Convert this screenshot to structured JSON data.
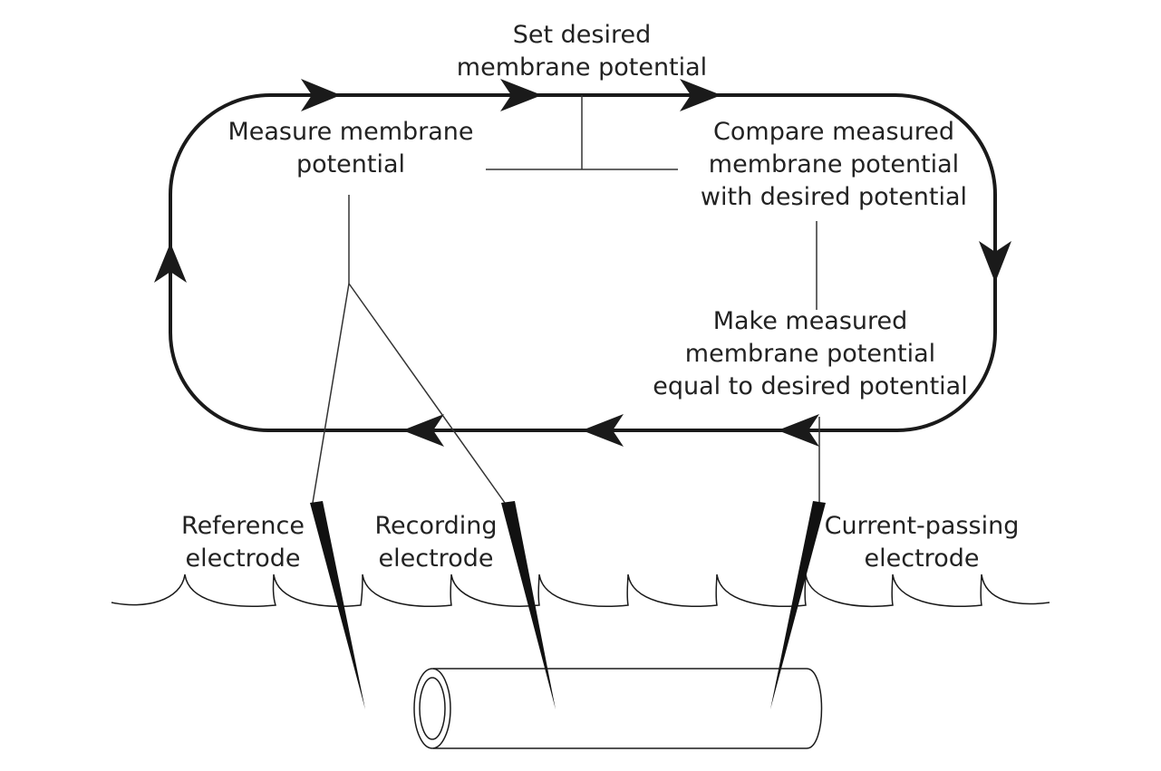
{
  "labels": {
    "set_desired": [
      "Set desired",
      "membrane potential"
    ],
    "measure": [
      "Measure membrane",
      "potential"
    ],
    "compare": [
      "Compare measured",
      "membrane potential",
      "with desired potential"
    ],
    "make_equal": [
      "Make measured",
      "membrane potential",
      "equal to desired potential"
    ],
    "reference_electrode": [
      "Reference",
      "electrode"
    ],
    "recording_electrode": [
      "Recording",
      "electrode"
    ],
    "current_electrode": [
      "Current-passing",
      "electrode"
    ]
  },
  "colors": {
    "stroke": "#1a1a1a",
    "text": "#222222",
    "background": "#ffffff"
  }
}
